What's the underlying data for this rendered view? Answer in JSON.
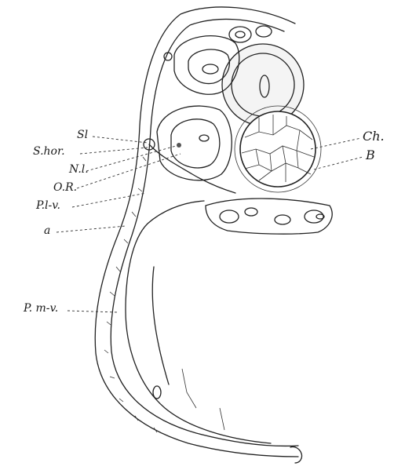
{
  "labels": {
    "sl": "Sl",
    "shor": "S.hor.",
    "nl": "N.l.",
    "or": "O.R.",
    "plv": "P.l-v.",
    "a": "a",
    "pmv": "P. m-v.",
    "ch": "Ch.",
    "b": "B"
  }
}
